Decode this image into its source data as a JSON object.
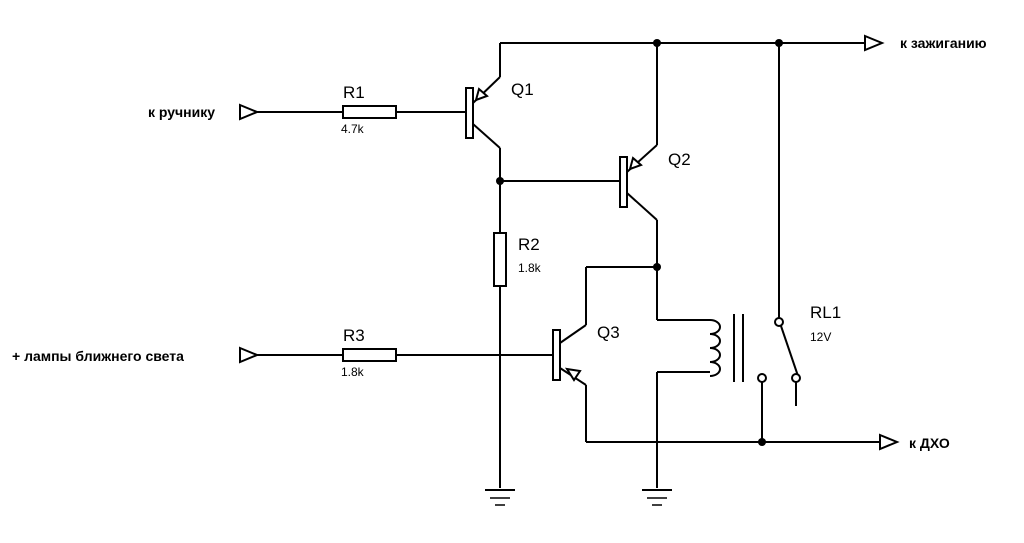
{
  "components": {
    "R1": {
      "ref": "R1",
      "value": "4.7k"
    },
    "R2": {
      "ref": "R2",
      "value": "1.8k"
    },
    "R3": {
      "ref": "R3",
      "value": "1.8k"
    },
    "Q1": {
      "ref": "Q1"
    },
    "Q2": {
      "ref": "Q2"
    },
    "Q3": {
      "ref": "Q3"
    },
    "RL1": {
      "ref": "RL1",
      "value": "12V"
    }
  },
  "ports": {
    "handbrake": "к ручнику",
    "low_beam": "+ лампы ближнего света",
    "ignition": "к зажиганию",
    "drl": "к ДХО"
  },
  "colors": {
    "line": "#000000",
    "background": "#ffffff"
  }
}
